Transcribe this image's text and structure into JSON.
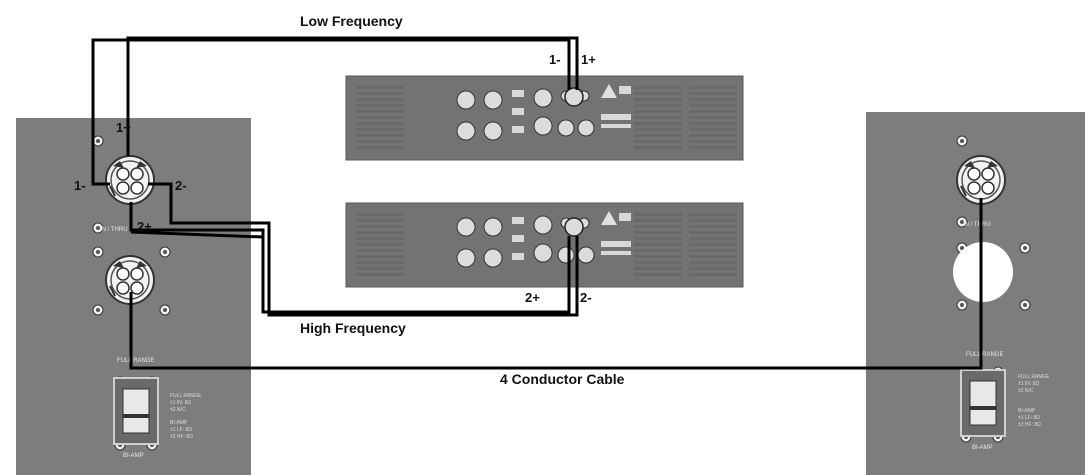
{
  "labels": {
    "low_frequency": "Low Frequency",
    "high_frequency": "High Frequency",
    "four_conductor": "4 Conductor Cable",
    "pol_1plus_top": "1+",
    "pol_1minus_top": "1-",
    "pol_1plus_left": "1+",
    "pol_1minus_left": "1-",
    "pol_2minus_left": "2-",
    "pol_2plus_left": "2+",
    "pol_2plus_bottom": "2+",
    "pol_2minus_bottom": "2-"
  },
  "left_cabinet": {
    "in_thru": "IN / THRU",
    "full_range_top": "FULL RANGE",
    "bi_amp_bottom": "BI-AMP",
    "spec_full_range": [
      "FULL RANGE",
      "±1 IN: 8Ω",
      "±2 N/C"
    ],
    "spec_bi_amp": [
      "BI-AMP",
      "±1 LF: 8Ω",
      "±2 HF: 8Ω"
    ]
  },
  "right_cabinet": {
    "in_thru": "IN / THRU",
    "full_range_top": "FULL RANGE",
    "bi_amp_bottom": "BI-AMP",
    "spec_full_range": [
      "FULL RANGE",
      "±1 IN: 8Ω",
      "±2 N/C"
    ],
    "spec_bi_amp": [
      "BI-AMP",
      "±1 LF: 8Ω",
      "±2 HF: 8Ω"
    ]
  },
  "colors": {
    "panel": "#7d7d7d",
    "amp": "#737373",
    "cable": "#000000"
  }
}
